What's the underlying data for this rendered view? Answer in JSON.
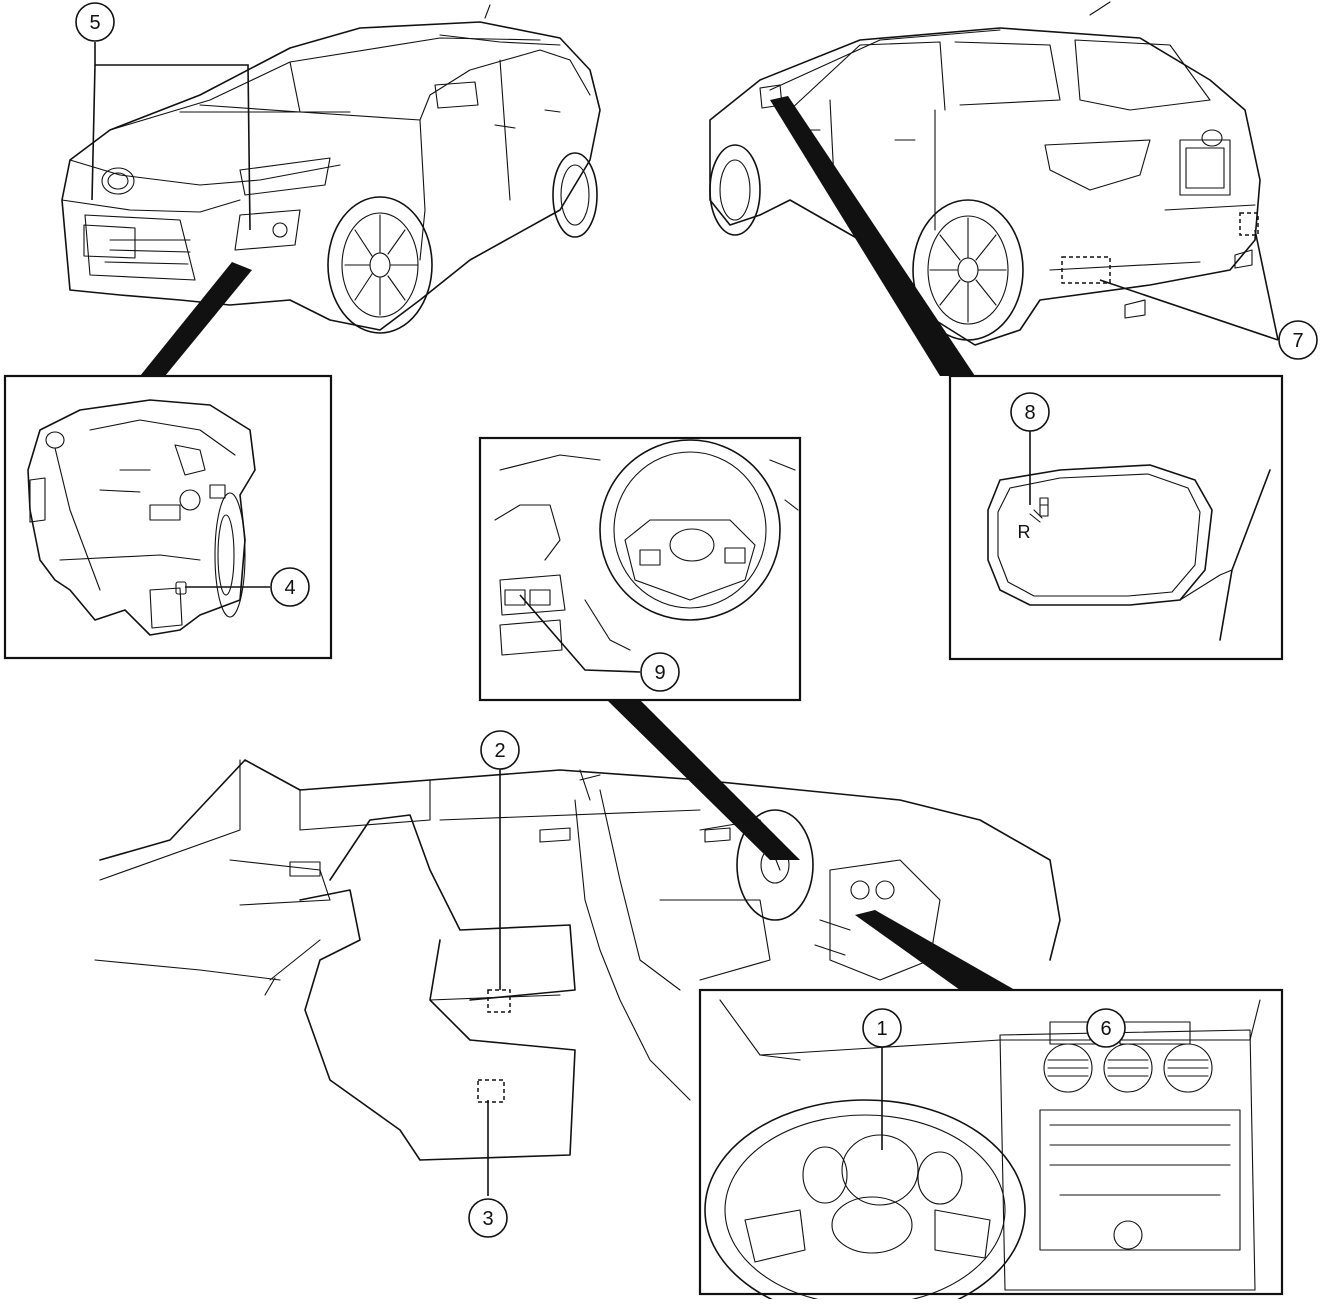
{
  "figure": {
    "callouts": [
      {
        "id": "c1",
        "label": "1"
      },
      {
        "id": "c2",
        "label": "2"
      },
      {
        "id": "c3",
        "label": "3"
      },
      {
        "id": "c4",
        "label": "4"
      },
      {
        "id": "c5",
        "label": "5"
      },
      {
        "id": "c6",
        "label": "6"
      },
      {
        "id": "c7",
        "label": "7"
      },
      {
        "id": "c8",
        "label": "8"
      },
      {
        "id": "c9",
        "label": "9"
      }
    ],
    "mirror_glyph": "R"
  }
}
